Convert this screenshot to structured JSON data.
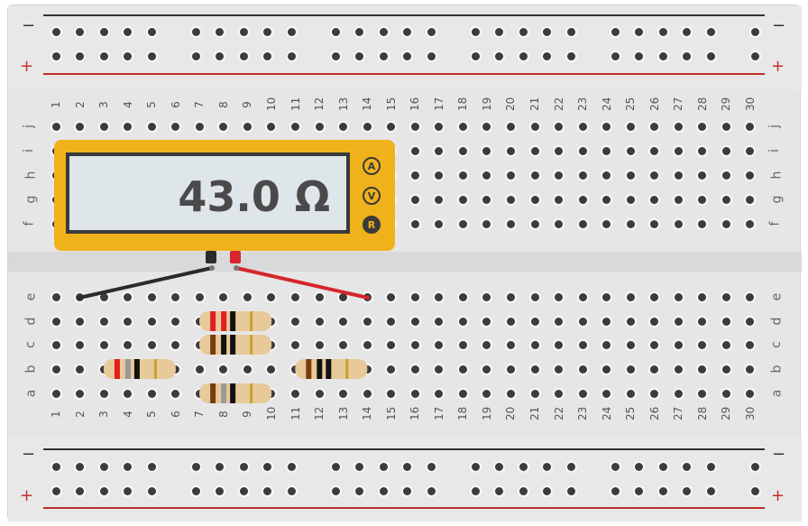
{
  "meter": {
    "reading": "43.0 Ω",
    "modes": [
      {
        "label": "A",
        "active": false
      },
      {
        "label": "V",
        "active": false
      },
      {
        "label": "R",
        "active": true
      }
    ]
  },
  "rails": {
    "minus_label": "−",
    "plus_label": "+"
  },
  "columns": [
    "1",
    "2",
    "3",
    "4",
    "5",
    "6",
    "7",
    "8",
    "9",
    "10",
    "11",
    "12",
    "13",
    "14",
    "15",
    "16",
    "17",
    "18",
    "19",
    "20",
    "21",
    "22",
    "23",
    "24",
    "25",
    "26",
    "27",
    "28",
    "29",
    "30"
  ],
  "rows_top": [
    "j",
    "i",
    "h",
    "g",
    "f"
  ],
  "rows_bottom": [
    "e",
    "d",
    "c",
    "b",
    "a"
  ],
  "colors": {
    "rail_minus": "#333333",
    "rail_plus": "#c0302a",
    "meter_body": "#f0b21b",
    "probe_black": "#2b2b2b",
    "probe_red": "#d6252b",
    "resistor_body": "#e8c99a"
  },
  "resistors": [
    {
      "name": "resistor-1",
      "bands": [
        "#e02020",
        "#e02020",
        "#111111",
        "#c9a227"
      ]
    },
    {
      "name": "resistor-2",
      "bands": [
        "#7a3b10",
        "#111111",
        "#111111",
        "#c9a227"
      ]
    },
    {
      "name": "resistor-3",
      "bands": [
        "#e02020",
        "#9a9a9a",
        "#111111",
        "#c9a227"
      ]
    },
    {
      "name": "resistor-4",
      "bands": [
        "#7a3b10",
        "#111111",
        "#111111",
        "#c9a227"
      ]
    },
    {
      "name": "resistor-5",
      "bands": [
        "#7a3b10",
        "#9a9a9a",
        "#111111",
        "#c9a227"
      ]
    }
  ]
}
